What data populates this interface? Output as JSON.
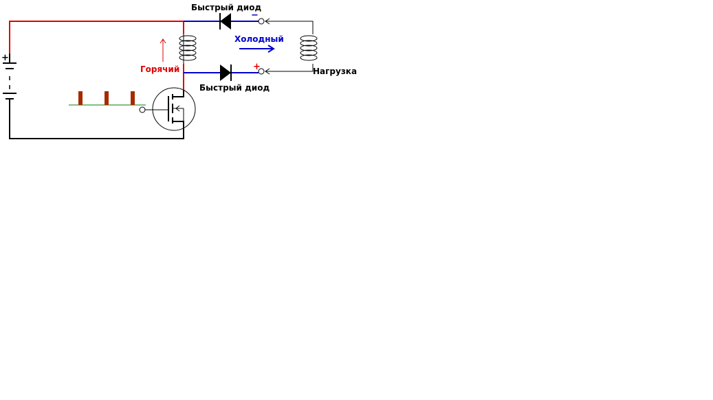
{
  "labels": {
    "diode_top": "Быстрый диод",
    "diode_bottom": "Быстрый диод",
    "cold": "Холодный",
    "hot": "Горячий",
    "load": "Нагрузка",
    "battery_plus": "+",
    "terminal_minus": "−",
    "terminal_plus": "+"
  },
  "colors": {
    "hot_wire": "#e00000",
    "cold_wire": "#0000cc",
    "ground_wire": "#000000",
    "hot_text": "#e00000",
    "cold_text": "#0000cc",
    "pulse": "#a52a00",
    "pulse_base": "#008000"
  },
  "icons": {
    "battery": "battery-icon",
    "transformer_coil": "coil-icon",
    "load_coil": "coil-icon",
    "mosfet": "mosfet-icon",
    "diode": "diode-icon"
  }
}
